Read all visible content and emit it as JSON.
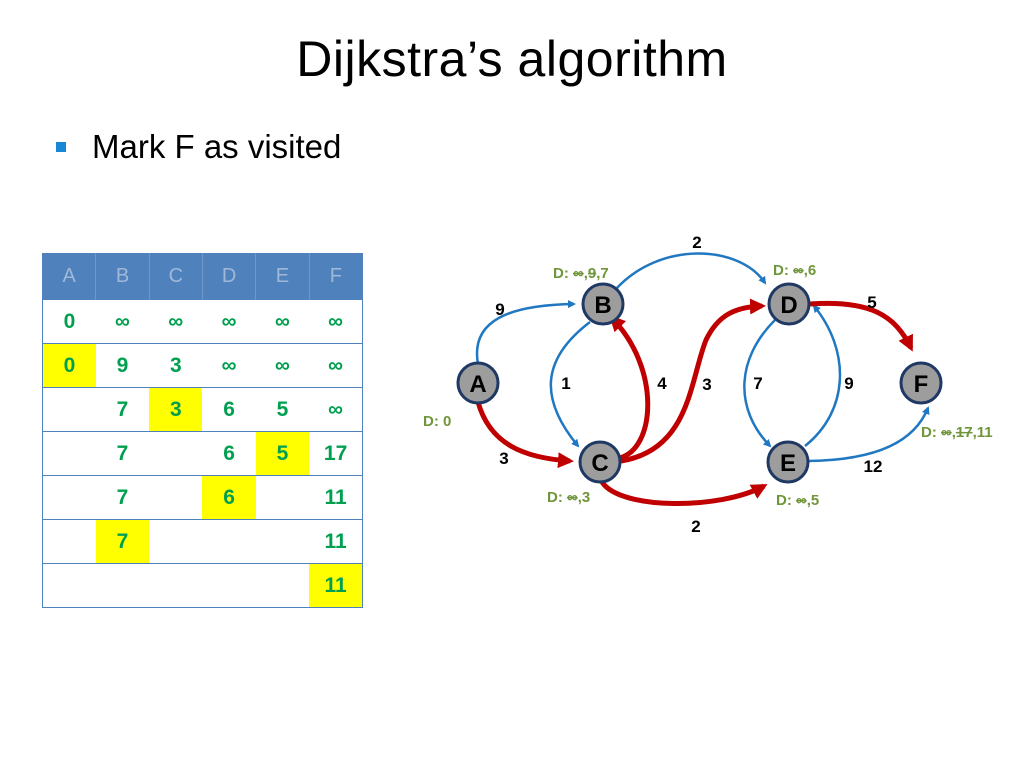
{
  "slide": {
    "title": "Dijkstra’s  algorithm",
    "bullet": "Mark F as visited"
  },
  "table": {
    "headers": [
      "A",
      "B",
      "C",
      "D",
      "E",
      "F"
    ],
    "rows": [
      [
        "0",
        "∞",
        "∞",
        "∞",
        "∞",
        "∞"
      ],
      [
        "0",
        "9",
        "3",
        "∞",
        "∞",
        "∞"
      ],
      [
        "",
        "7",
        "3",
        "6",
        "5",
        "∞"
      ],
      [
        "",
        "7",
        "",
        "6",
        "5",
        "17"
      ],
      [
        "",
        "7",
        "",
        "6",
        "",
        "11"
      ],
      [
        "",
        "7",
        "",
        "",
        "",
        "11"
      ],
      [
        "",
        "",
        "",
        "",
        "",
        "11"
      ]
    ],
    "highlighted": [
      [
        1,
        0
      ],
      [
        2,
        2
      ],
      [
        3,
        4
      ],
      [
        4,
        3
      ],
      [
        5,
        1
      ],
      [
        6,
        5
      ]
    ]
  },
  "graph": {
    "nodes": [
      {
        "id": "A",
        "label": "A"
      },
      {
        "id": "B",
        "label": "B"
      },
      {
        "id": "C",
        "label": "C"
      },
      {
        "id": "D",
        "label": "D"
      },
      {
        "id": "E",
        "label": "E"
      },
      {
        "id": "F",
        "label": "F"
      }
    ],
    "edges": [
      {
        "from": "A",
        "to": "B",
        "weight": "9",
        "on_path": false
      },
      {
        "from": "A",
        "to": "C",
        "weight": "3",
        "on_path": true
      },
      {
        "from": "B",
        "to": "C",
        "weight": "1",
        "on_path": false
      },
      {
        "from": "C",
        "to": "B",
        "weight": "4",
        "on_path": true
      },
      {
        "from": "B",
        "to": "D",
        "weight": "2",
        "on_path": false
      },
      {
        "from": "C",
        "to": "D",
        "weight": "3",
        "on_path": true
      },
      {
        "from": "C",
        "to": "E",
        "weight": "2",
        "on_path": true
      },
      {
        "from": "D",
        "to": "E",
        "weight": "7",
        "on_path": false
      },
      {
        "from": "E",
        "to": "D",
        "weight": "9",
        "on_path": false
      },
      {
        "from": "D",
        "to": "F",
        "weight": "5",
        "on_path": true
      },
      {
        "from": "E",
        "to": "F",
        "weight": "12",
        "on_path": false
      }
    ],
    "distances": {
      "A": "D: 0",
      "B": {
        "prefix": "D: ",
        "history": [
          "∞",
          "9"
        ],
        "current": "7"
      },
      "C": {
        "prefix": "D: ",
        "history": [
          "∞"
        ],
        "current": "3"
      },
      "D": {
        "prefix": "D: ",
        "history": [
          "∞"
        ],
        "current": "6"
      },
      "E": {
        "prefix": "D: ",
        "history": [
          "∞"
        ],
        "current": "5"
      },
      "F": {
        "prefix": "D: ",
        "history": [
          "∞",
          "17"
        ],
        "current": "11"
      }
    },
    "colors": {
      "node_fill": "#9d9d9d",
      "node_stroke": "#1f3864",
      "edge_default": "#1f78c1",
      "edge_path": "#c00000",
      "distance_text": "#70963b",
      "table_header": "#4f81bd",
      "table_value": "#00a050",
      "highlight": "#ffff00"
    }
  }
}
